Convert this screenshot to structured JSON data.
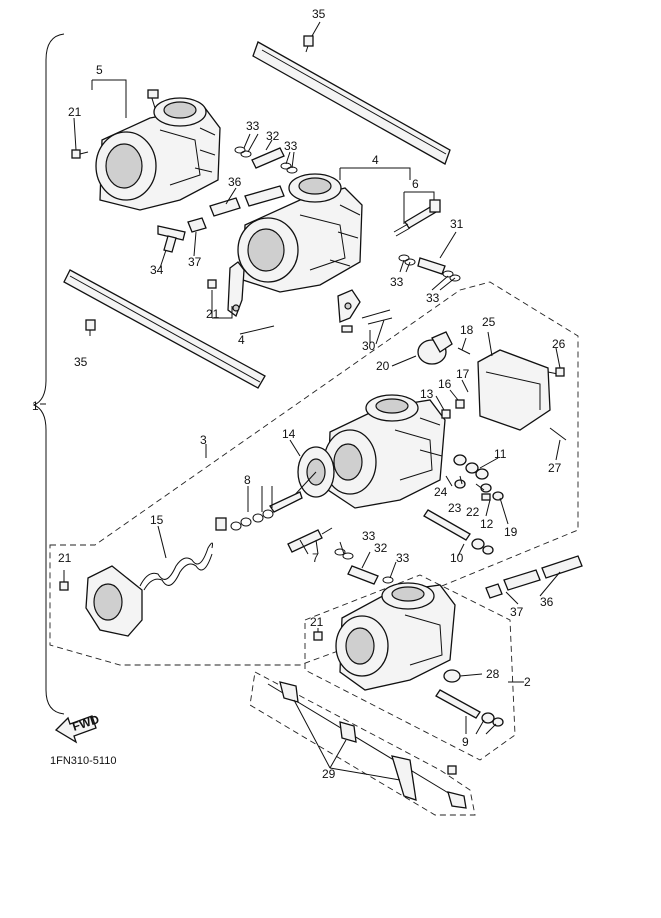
{
  "diagram": {
    "code": "1FN310-5110",
    "fwd_label": "FWD",
    "callouts": {
      "c1": "1",
      "c2": "2",
      "c3": "3",
      "c4a": "4",
      "c4b": "4",
      "c5": "5",
      "c6": "6",
      "c7": "7",
      "c8": "8",
      "c9": "9",
      "c10": "10",
      "c11": "11",
      "c12": "12",
      "c13": "13",
      "c14": "14",
      "c15": "15",
      "c16": "16",
      "c17": "17",
      "c18": "18",
      "c19": "19",
      "c20": "20",
      "c21a": "21",
      "c21b": "21",
      "c21c": "21",
      "c21d": "21",
      "c22": "22",
      "c23": "23",
      "c24": "24",
      "c25": "25",
      "c26": "26",
      "c27": "27",
      "c28": "28",
      "c29": "29",
      "c30": "30",
      "c31": "31",
      "c32a": "32",
      "c32b": "32",
      "c33a": "33",
      "c33b": "33",
      "c33c": "33",
      "c33d": "33",
      "c33e": "33",
      "c33f": "33",
      "c34": "34",
      "c35a": "35",
      "c35b": "35",
      "c36a": "36",
      "c36b": "36",
      "c37a": "37",
      "c37b": "37"
    }
  }
}
